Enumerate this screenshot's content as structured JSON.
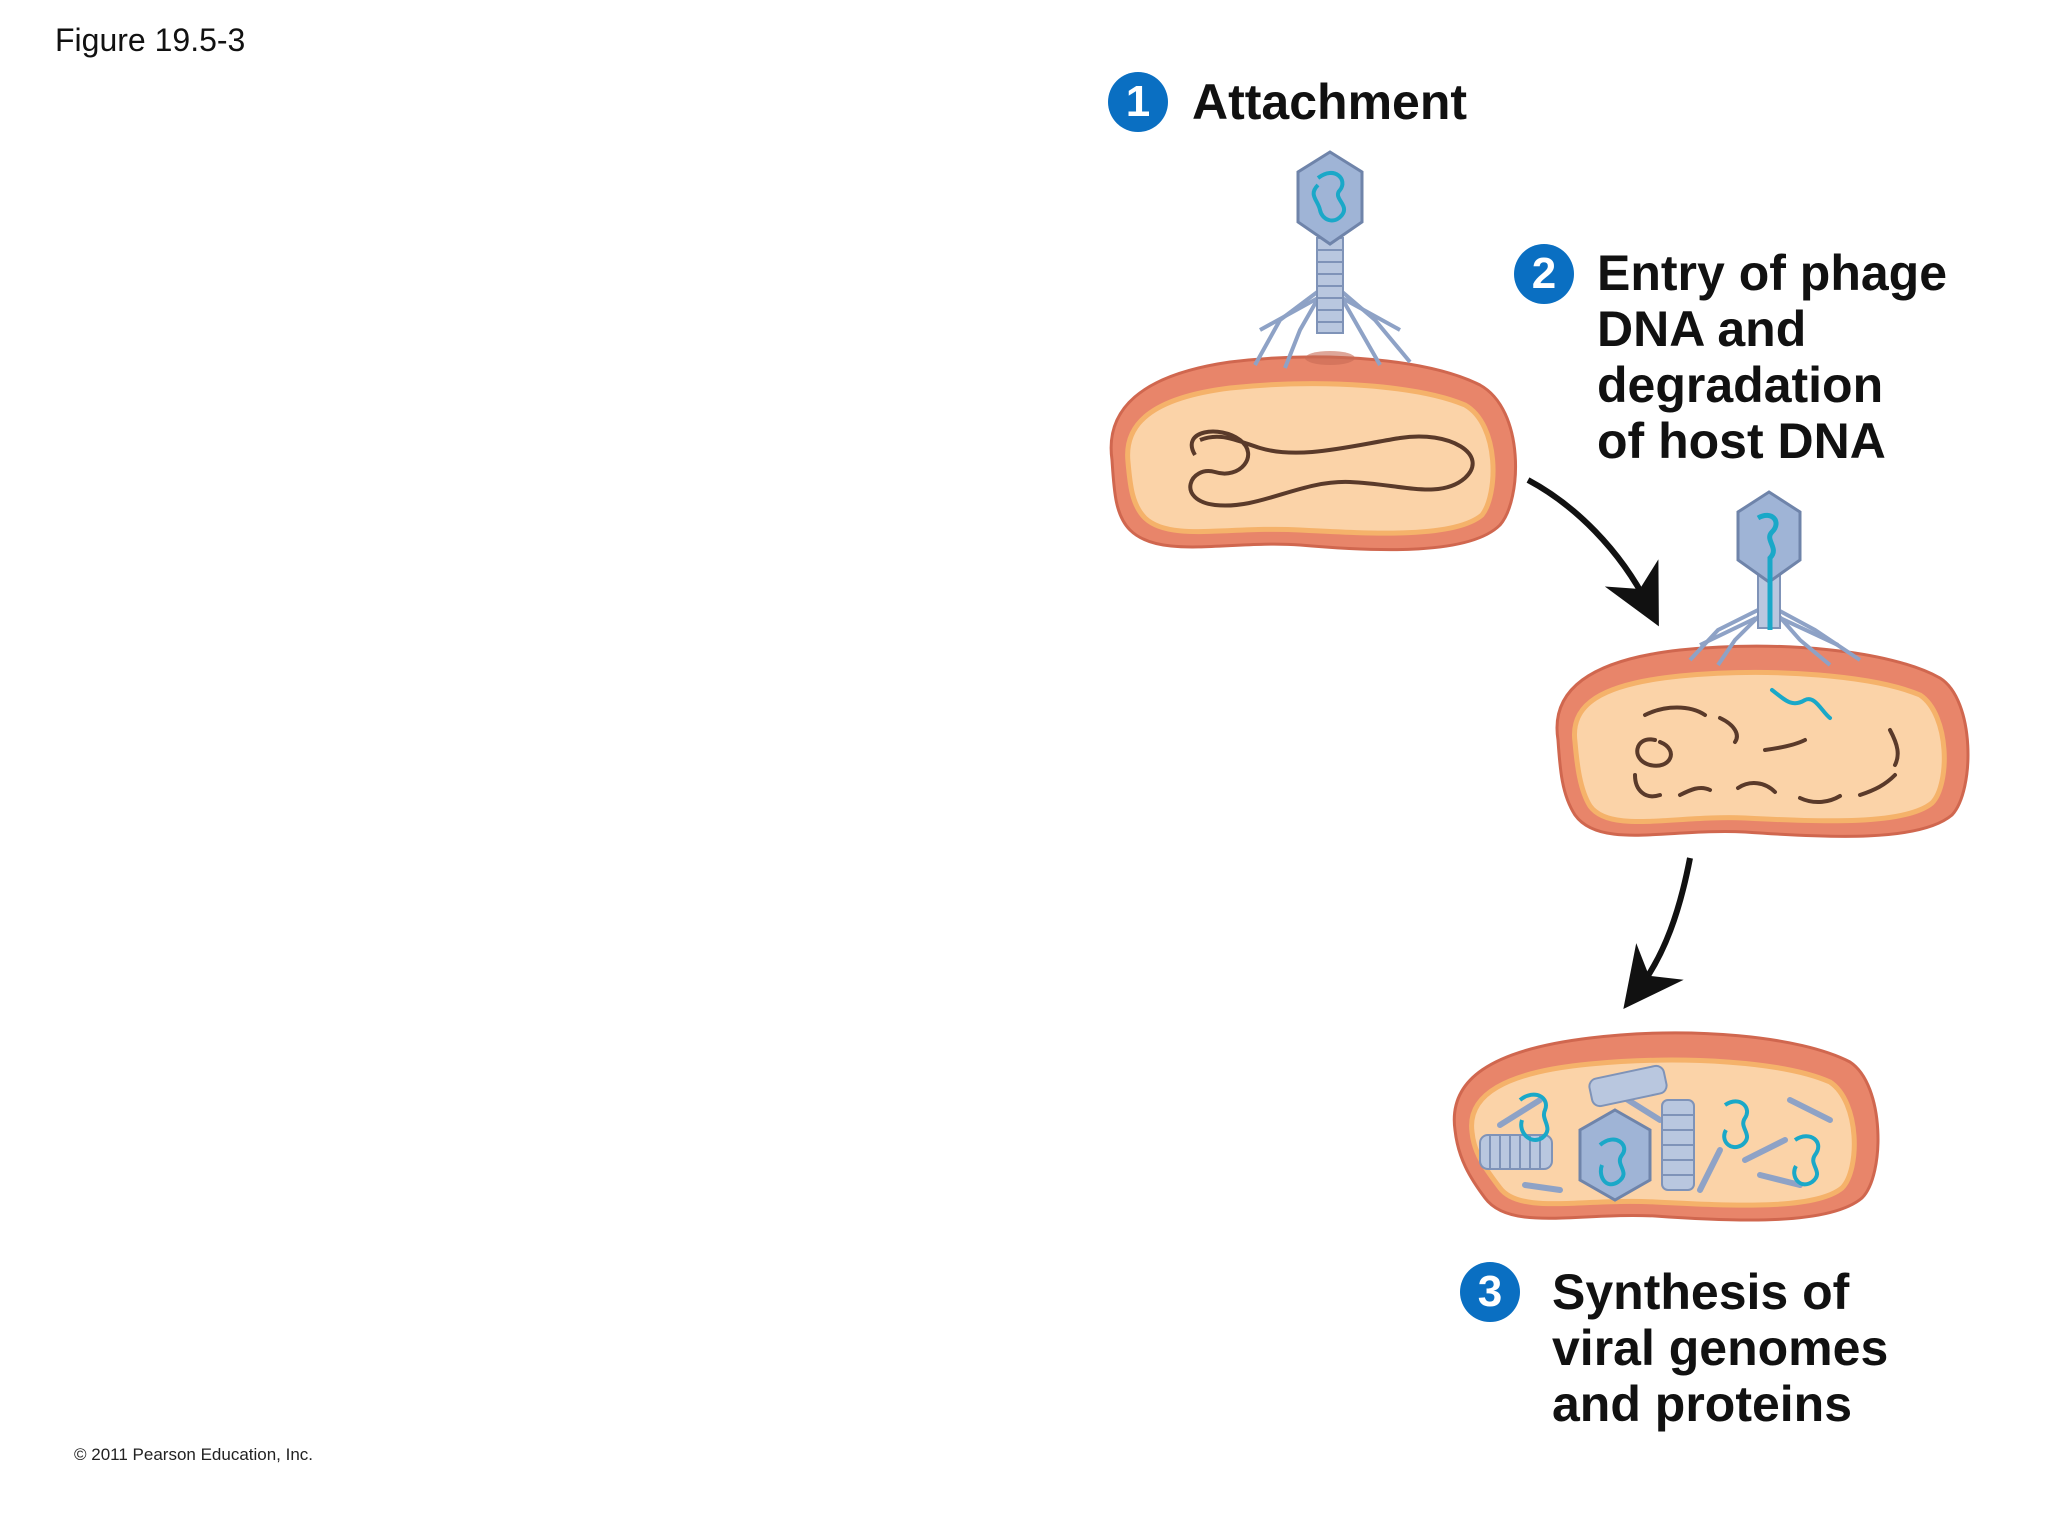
{
  "figure_label": "Figure 19.5-3",
  "copyright": "© 2011 Pearson Education, Inc.",
  "steps": [
    {
      "number": "1",
      "lines": [
        "Attachment"
      ]
    },
    {
      "number": "2",
      "lines": [
        "Entry of phage",
        "DNA and",
        "degradation",
        "of host DNA"
      ]
    },
    {
      "number": "3",
      "lines": [
        "Synthesis of",
        "viral genomes",
        "and proteins"
      ]
    }
  ],
  "colors": {
    "badge": "#0a6fc2",
    "cell_wall": "#e8856a",
    "cytoplasm": "#fbd3a8",
    "membrane": "#f5b26a",
    "host_dna": "#5a3a2a",
    "phage_dna": "#1aa8c8",
    "phage_body": "#9fb4d6"
  },
  "icons": [
    "bacteriophage-icon",
    "bacterium-cell-icon",
    "arrow-icon"
  ]
}
